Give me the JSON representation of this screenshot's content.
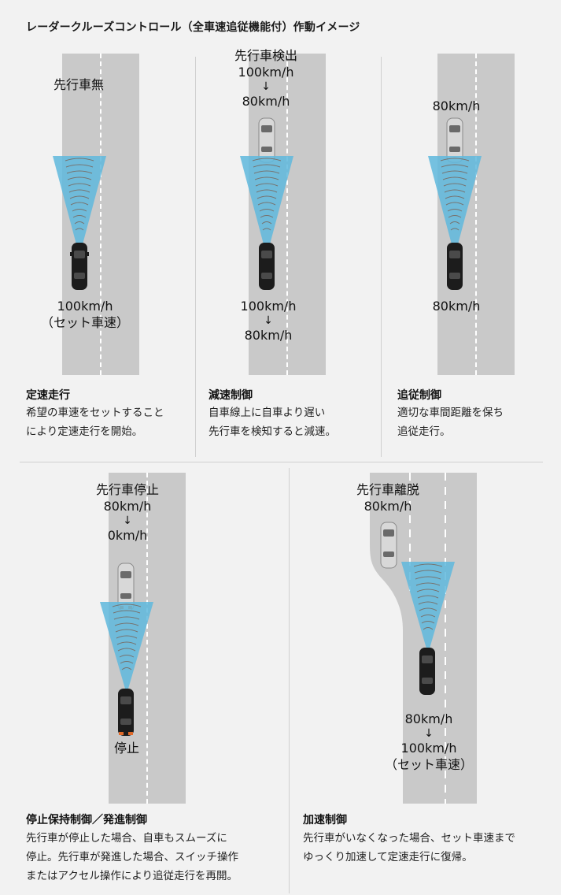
{
  "title": "レーダークルーズコントロール（全車速追従機能付）作動イメージ",
  "panels": [
    {
      "id": "constant",
      "heading": "定速走行",
      "desc": [
        "希望の車速をセットすること",
        "により定速走行を開始。"
      ],
      "top_label": "先行車無",
      "bottom_label": [
        "100km/h",
        "（セット車速）"
      ]
    },
    {
      "id": "decel",
      "heading": "減速制御",
      "desc": [
        "自車線上に自車より遅い",
        "先行車を検知すると減速。"
      ],
      "top_label": [
        "先行車検出",
        "100km/h",
        "80km/h"
      ],
      "bottom_label": [
        "100km/h",
        "80km/h"
      ]
    },
    {
      "id": "follow",
      "heading": "追従制御",
      "desc": [
        "適切な車間距離を保ち",
        "追従走行。"
      ],
      "top_label": "80km/h",
      "bottom_label": "80km/h"
    },
    {
      "id": "stop",
      "heading": "停止保持制御／発進制御",
      "desc": [
        "先行車が停止した場合、自車もスムーズに",
        "停止。先行車が発進した場合、スイッチ操作",
        "またはアクセル操作により追従走行を再開。"
      ],
      "top_label": [
        "先行車停止",
        "80km/h",
        "0km/h"
      ],
      "bottom_label": "停止"
    },
    {
      "id": "accel",
      "heading": "加速制御",
      "desc": [
        "先行車がいなくなった場合、セット車速まで",
        "ゆっくり加速して定速走行に復帰。"
      ],
      "top_label": [
        "先行車離脱",
        "80km/h"
      ],
      "bottom_label": [
        "80km/h",
        "100km/h",
        "（セット車速）"
      ]
    }
  ],
  "arrow_glyph": "↓",
  "colors": {
    "background": "#f2f2f2",
    "road": "#c9c9c9",
    "radar": "#5fb8dd",
    "radar_arc": "#7a5a4a",
    "brake": "#e06a2a"
  }
}
